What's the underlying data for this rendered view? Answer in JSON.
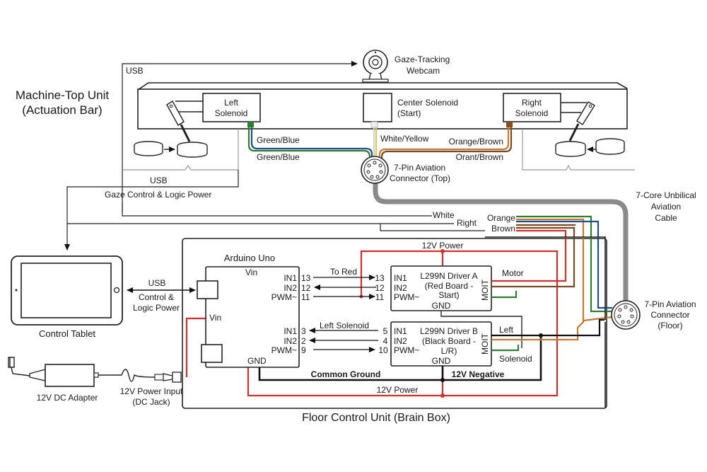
{
  "title": "Gaze-Controlled Machine Wiring Diagram",
  "machine_top": {
    "title_line1": "Machine-Top Unit",
    "title_line2": "(Actuation Bar)",
    "left_solenoid": [
      "Left",
      "Solenoid"
    ],
    "center_solenoid": [
      "Center Solenoid",
      "(Start)"
    ],
    "right_solenoid": [
      "Right",
      "Solenoid"
    ],
    "webcam": [
      "Gaze-Tracking",
      "Webcam"
    ],
    "usb_top": "USB",
    "wire_left_top": "Green/Blue",
    "wire_left_bottom": "Green/Blue",
    "wire_center": "White/Yellow",
    "wire_right_top": "Orange/Brown",
    "wire_right_bottom": "Orant/Brown",
    "connector_top": [
      "7-Pin Aviation",
      "Connector (Top)"
    ]
  },
  "links": {
    "usb_mid": "USB",
    "gaze_control": "Gaze Control & Logic Power",
    "white": "White",
    "right": "Right",
    "orange": "Orange",
    "brown": "Brown",
    "umbilical": [
      "7-Core Unbilical",
      "Aviation",
      "Cable"
    ]
  },
  "tablet": {
    "label": "Control Tablet",
    "usb": "USB",
    "link_label": [
      "Control &",
      "Logic Power"
    ]
  },
  "power": {
    "adapter": "12V DC Adapter",
    "input": [
      "12V Power Input",
      "(DC Jack)"
    ]
  },
  "floor_unit": {
    "title": "Floor Control Unit (Brain Box)",
    "arduino": {
      "title": "Arduino Uno",
      "vin_top": "Vin",
      "vin_side": "Vin",
      "gnd": "GND",
      "pins_a": [
        {
          "name": "IN1",
          "pin": "13"
        },
        {
          "name": "IN2",
          "pin": "12"
        },
        {
          "name": "PWM~",
          "pin": "11"
        }
      ],
      "pins_b": [
        {
          "name": "IN1",
          "pin": "3"
        },
        {
          "name": "IN2",
          "pin": "2"
        },
        {
          "name": "PWM~",
          "pin": "9"
        }
      ]
    },
    "to_red": "To Red",
    "left_solenoid": "Left Solenoid",
    "driver_a": {
      "title": [
        "L299N Driver A",
        "(Red Board -",
        "Start)"
      ],
      "pins": [
        {
          "name": "IN1",
          "pin": "13"
        },
        {
          "name": "IN2",
          "pin": "12"
        },
        {
          "name": "PWM~",
          "pin": "11"
        }
      ],
      "gnd": "GND",
      "out": "MOIT",
      "out_label": "Motor"
    },
    "driver_b": {
      "title": [
        "L299N Driver B",
        "(Black Board -",
        "L/R)"
      ],
      "pins": [
        {
          "name": "IN1",
          "pin": "5"
        },
        {
          "name": "IN2",
          "pin": "4"
        },
        {
          "name": "PWM~",
          "pin": "10"
        }
      ],
      "gnd": "GND",
      "out": "MOIT",
      "out_label_top": "Left",
      "out_label_bottom": "Solenoid"
    },
    "power_top": "12V Power",
    "power_bottom": "12V Power",
    "common_ground": "Common Ground",
    "negative": "12V Negative",
    "connector_floor": [
      "7-Pin Aviation",
      "Connector",
      "(Floor)"
    ]
  },
  "colors": {
    "power": "#d32f2f",
    "ground": "#111111",
    "green": "#2e7d32",
    "blue": "#1e4f8a",
    "orange": "#c27a35",
    "brown": "#7a4a22",
    "cable": "#8a8a8a"
  }
}
